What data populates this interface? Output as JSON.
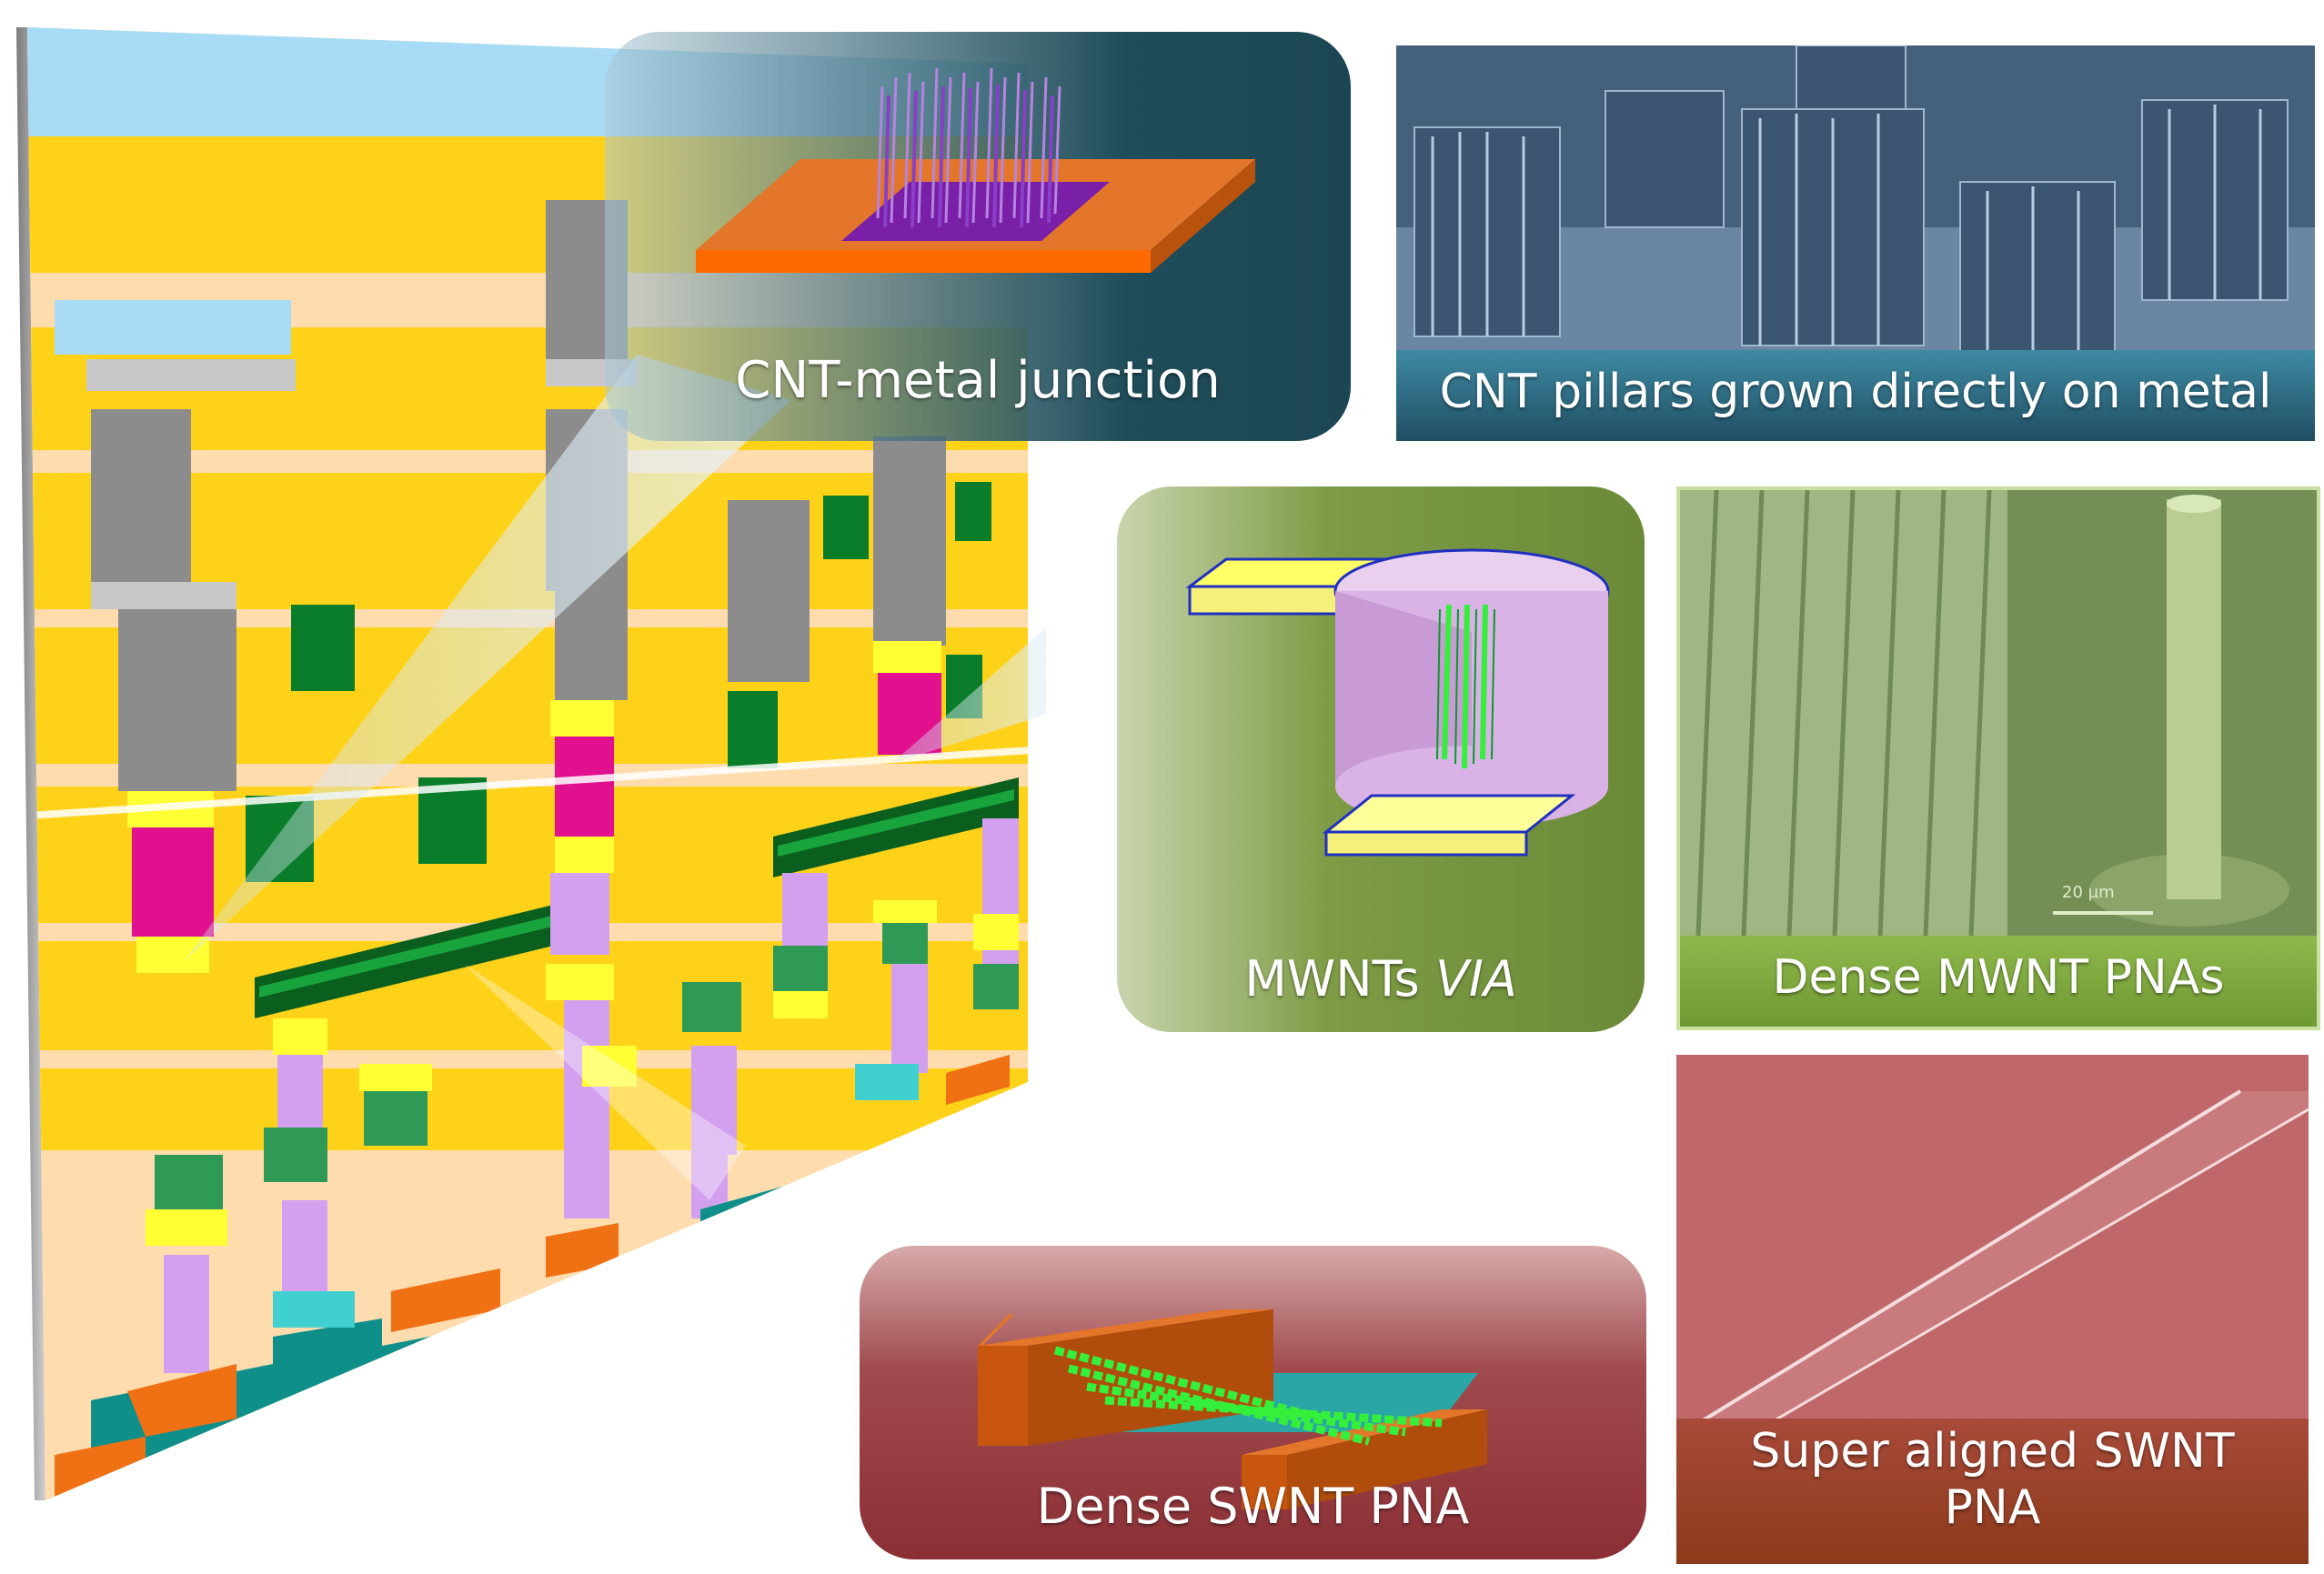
{
  "figure": {
    "labels": {
      "cnt_metal_junction": "CNT-metal junction",
      "mwnts_via_prefix": "MWNTs ",
      "mwnts_via_suffix": "VIA",
      "dense_swnt_pna": "Dense SWNT PNA",
      "cnt_pillars": "CNT pillars grown directly on metal",
      "dense_mwnt_pnas": "Dense MWNT PNAs",
      "super_aligned_swnt": "Super aligned SWNT PNA",
      "scale_bar": "20 µm"
    },
    "colors": {
      "chip_yellow": "#ffd21a",
      "chip_peach": "#ffdcae",
      "chip_gray": "#8c8c8c",
      "chip_light_blue": "#9fd8f5",
      "via_magenta": "#e0108f",
      "via_green": "#0a7d2a",
      "via_lilac": "#d2a0ee",
      "cnt_green": "#35f03a",
      "cnt_purple": "#8a3fc8",
      "metal_orange": "#d9670f",
      "teal_callout": "#1f4d5a",
      "olive_callout": "#6f8f3a",
      "maroon_callout": "#8b2f35",
      "sem_blue": "#5a7590",
      "sem_green": "#8faa6f",
      "sem_red": "#b8585b"
    }
  }
}
